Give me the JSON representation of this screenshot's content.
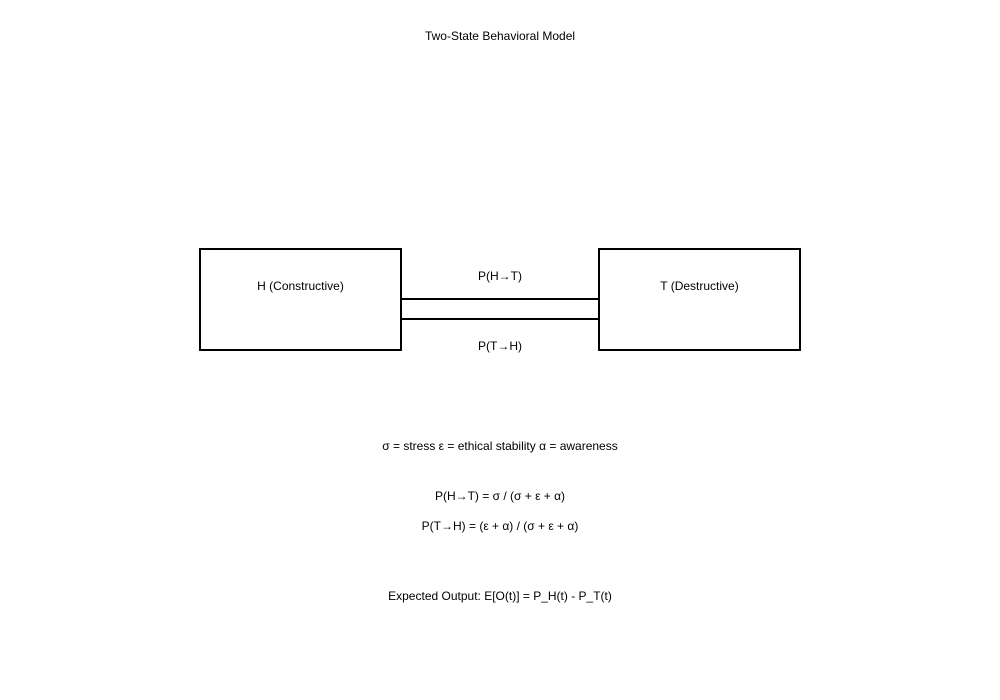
{
  "diagram": {
    "title": "Two-State Behavioral Model",
    "states": {
      "h": {
        "label": "H (Constructive)"
      },
      "t": {
        "label": "T (Destructive)"
      }
    },
    "transitions": {
      "h_to_t": "P(H→T)",
      "t_to_h": "P(T→H)"
    },
    "legend": "σ = stress ε = ethical stability α = awareness",
    "equations": {
      "h_to_t": "P(H→T) = σ / (σ + ε + α)",
      "t_to_h": "P(T→H) = (ε + α) / (σ + ε + α)"
    },
    "expected_output": "Expected Output: E[O(t)] = P_H(t) - P_T(t)"
  }
}
